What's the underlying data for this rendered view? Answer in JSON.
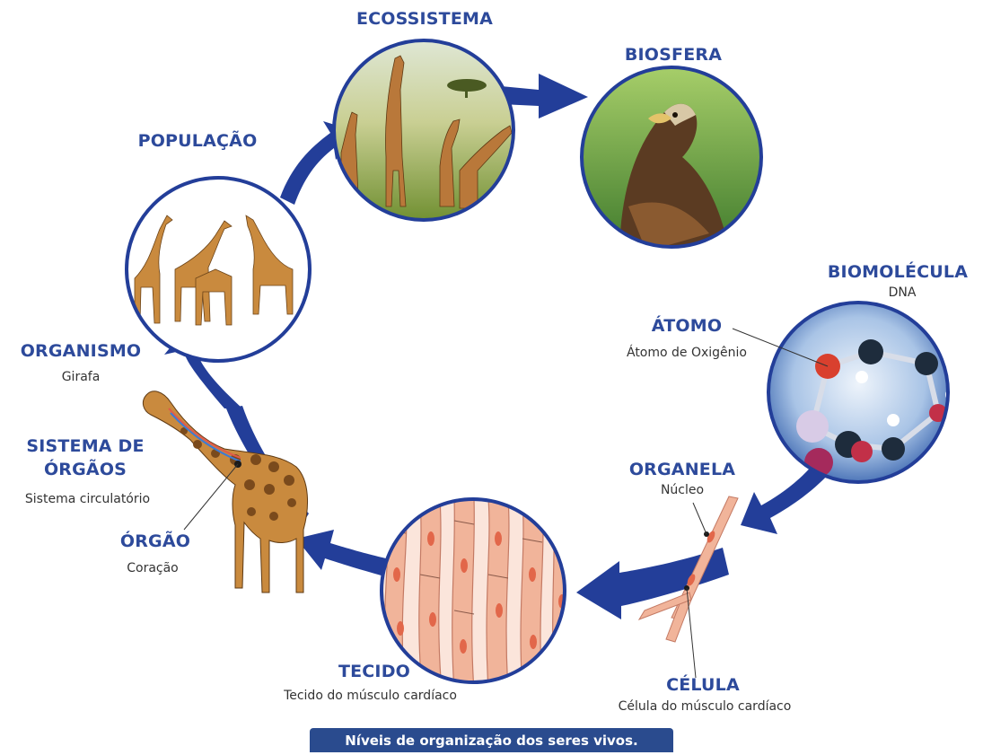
{
  "diagram": {
    "levels": {
      "ecossistema": {
        "title": "ECOSSISTEMA"
      },
      "biosfera": {
        "title": "BIOSFERA"
      },
      "populacao": {
        "title": "POPULAÇÃO"
      },
      "biomolecula": {
        "title": "BIOMOLÉCULA",
        "example": "DNA"
      },
      "atomo": {
        "title": "ÁTOMO",
        "example": "Átomo de Oxigênio"
      },
      "organismo": {
        "title": "ORGANISMO",
        "example": "Girafa"
      },
      "sistema": {
        "title_line1": "SISTEMA DE",
        "title_line2": "ÓRGÃOS",
        "example": "Sistema circulatório"
      },
      "orgao": {
        "title": "ÓRGÃO",
        "example": "Coração"
      },
      "organela": {
        "title": "ORGANELA",
        "example": "Núcleo"
      },
      "tecido": {
        "title": "TECIDO",
        "example": "Tecido do músculo cardíaco"
      },
      "celula": {
        "title": "CÉLULA",
        "example": "Célula do músculo cardíaco"
      }
    },
    "caption": "Níveis de organização dos seres vivos."
  },
  "colors": {
    "arrow": "#233e99",
    "title_text": "#2d4a9b",
    "caption_bg": "#2a4b8e",
    "giraffe": "#c98a3e",
    "muscle": "#f1b49a",
    "nucleus": "#e2674a"
  }
}
